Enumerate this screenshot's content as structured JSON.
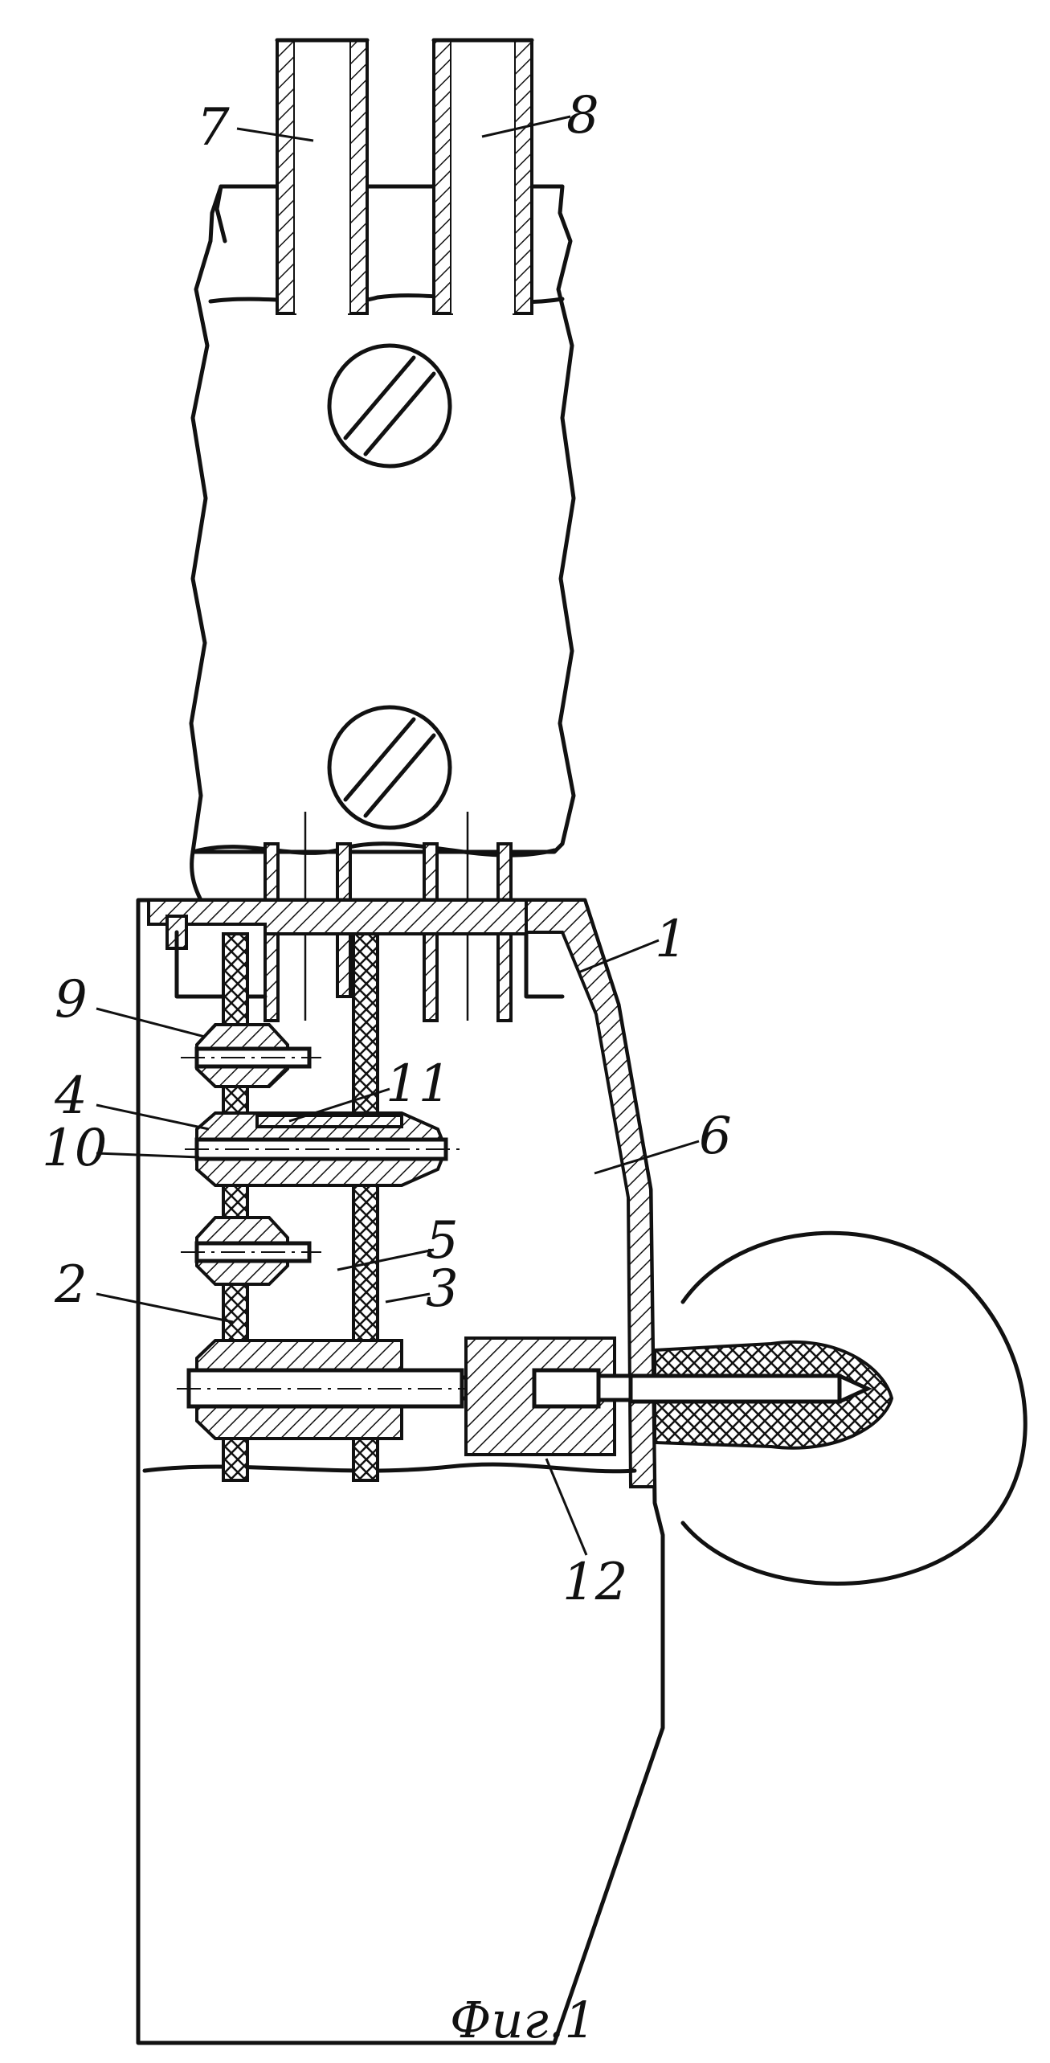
{
  "figure": {
    "caption": "Фиг.1",
    "labels": {
      "l1": "1",
      "l2": "2",
      "l3": "3",
      "l4": "4",
      "l5": "5",
      "l6": "6",
      "l7": "7",
      "l8": "8",
      "l9": "9",
      "l10": "10",
      "l11": "11",
      "l12": "12"
    }
  }
}
